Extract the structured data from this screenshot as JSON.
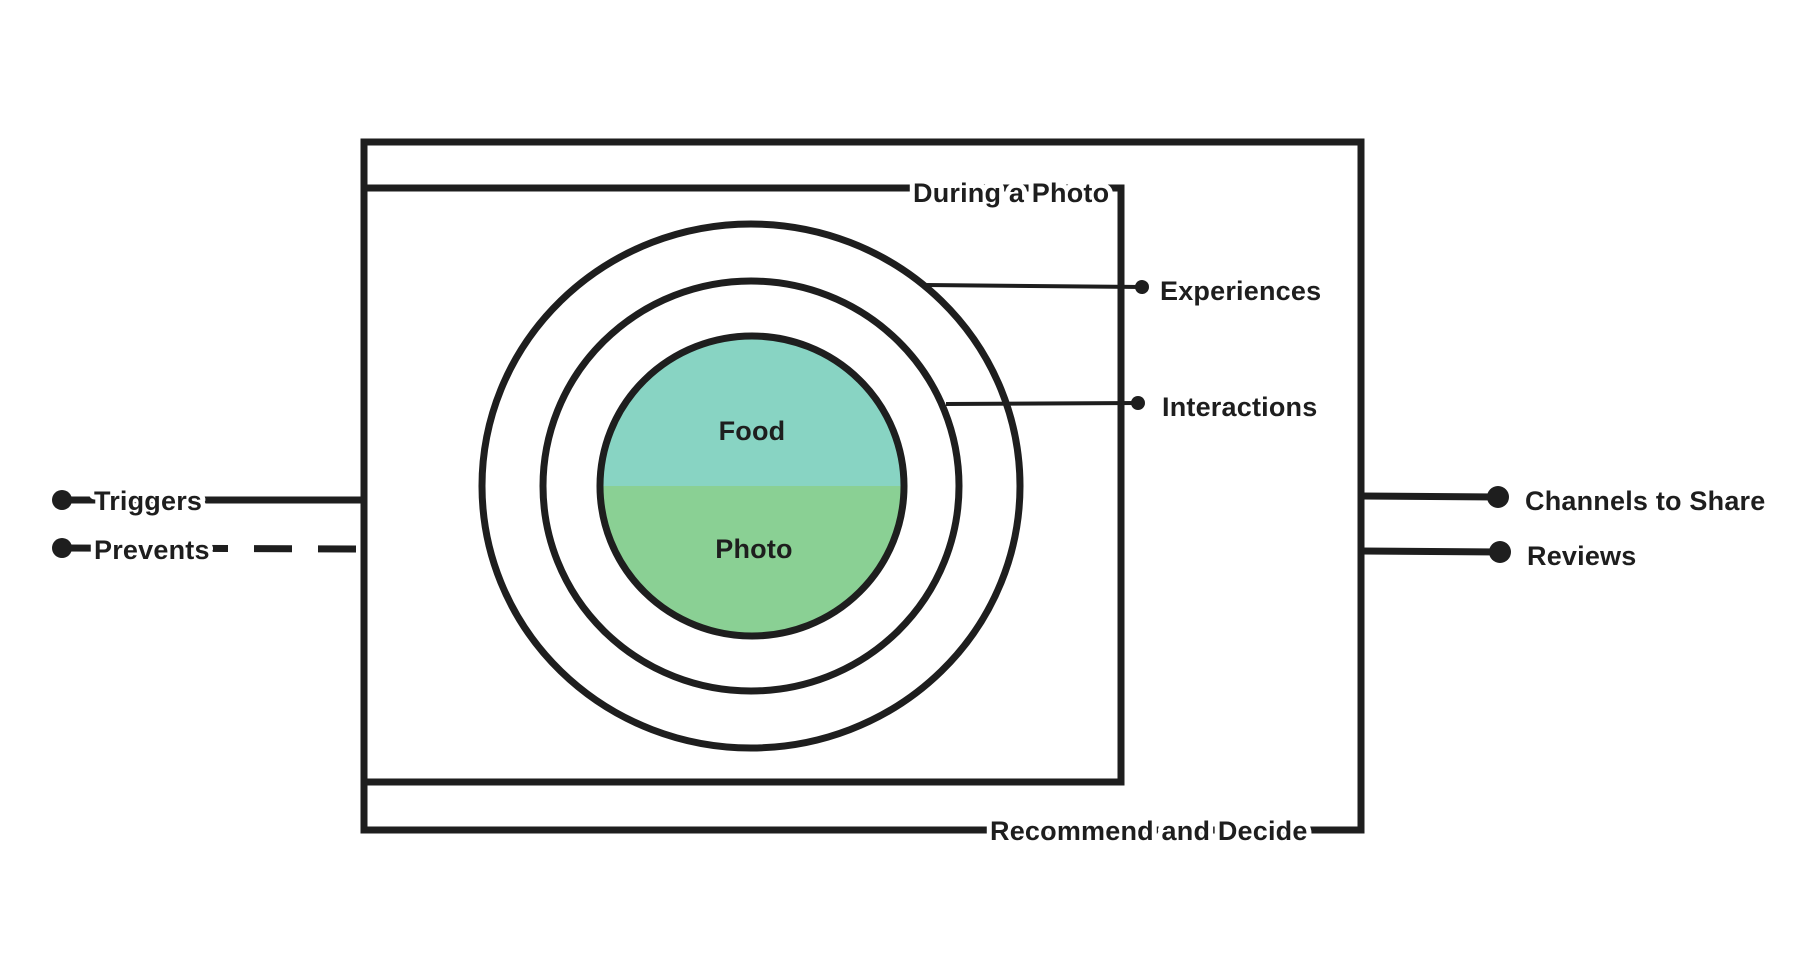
{
  "diagram": {
    "outer_box_label": "Recommend and Decide",
    "inner_box_label": "During a Photo",
    "rings": {
      "outer_ring_label": "Experiences",
      "middle_ring_label": "Interactions"
    },
    "core": {
      "top_label": "Food",
      "bottom_label": "Photo",
      "top_color": "#88d4c3",
      "bottom_color": "#8ad094"
    },
    "inputs": {
      "triggers_label": "Triggers",
      "prevents_label": "Prevents"
    },
    "outputs": {
      "channels_label": "Channels to Share",
      "reviews_label": "Reviews"
    },
    "line_color": "#1e1e1e"
  }
}
